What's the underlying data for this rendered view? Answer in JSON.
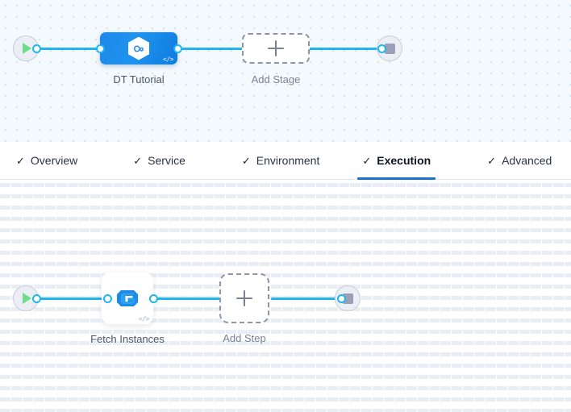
{
  "theme": {
    "edge_color": "#1fb6ef",
    "port_color": "#1fb6ef",
    "stage_node_color": "#1e88e8",
    "active_tab_underline": "#1a6fd4",
    "play_icon_color": "#6fdc8c",
    "stop_icon_color": "#9a9fb5",
    "label_color": "#4c5468",
    "stage_canvas_bg": "#f3f9fc",
    "step_canvas_bg": "#ffffff"
  },
  "stage_canvas": {
    "name": "pipeline-stage-canvas",
    "start_node": {
      "icon": "play-icon",
      "label": ""
    },
    "end_node": {
      "icon": "stop-icon",
      "label": ""
    },
    "nodes": [
      {
        "id": "dt-tutorial",
        "label": "DT Tutorial",
        "type": "stage",
        "icon": "harness-infinity-icon",
        "badge": "</>"
      },
      {
        "id": "add-stage",
        "label": "Add Stage",
        "type": "add-placeholder",
        "icon": "plus-icon"
      }
    ]
  },
  "tabs": {
    "name": "stage-config-tabs",
    "items": [
      {
        "id": "overview",
        "label": "Overview",
        "check": "✓",
        "active": false
      },
      {
        "id": "service",
        "label": "Service",
        "check": "✓",
        "active": false
      },
      {
        "id": "environment",
        "label": "Environment",
        "check": "✓",
        "active": false
      },
      {
        "id": "execution",
        "label": "Execution",
        "check": "✓",
        "active": true
      },
      {
        "id": "advanced",
        "label": "Advanced",
        "check": "✓",
        "active": false
      }
    ]
  },
  "step_canvas": {
    "name": "execution-step-canvas",
    "start_node": {
      "icon": "play-icon",
      "label": ""
    },
    "end_node": {
      "icon": "stop-icon",
      "label": ""
    },
    "nodes": [
      {
        "id": "fetch-instances",
        "label": "Fetch Instances",
        "type": "step",
        "icon": "elastigroup-e-icon",
        "badge": "</>"
      },
      {
        "id": "add-step",
        "label": "Add Step",
        "type": "add-placeholder",
        "icon": "plus-icon"
      }
    ]
  }
}
